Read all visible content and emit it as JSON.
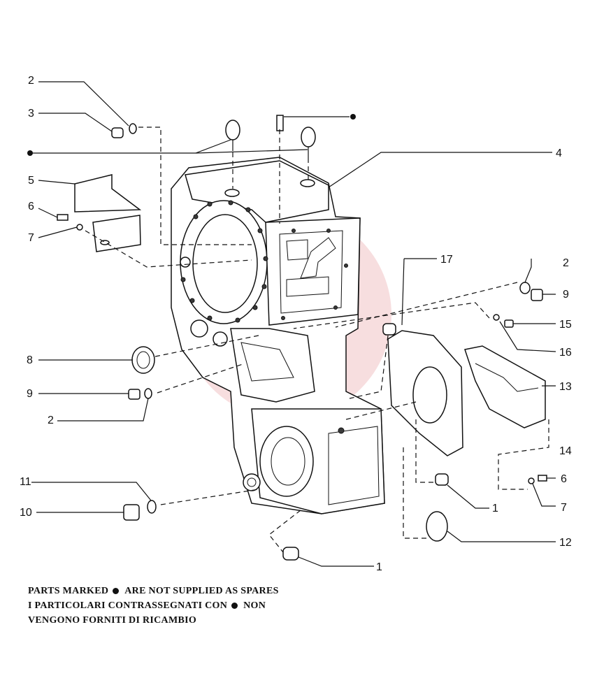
{
  "callouts": {
    "c1a": "1",
    "c1b": "1",
    "c2a": "2",
    "c2b": "2",
    "c2c": "2",
    "c3": "3",
    "c4": "4",
    "c5": "5",
    "c6a": "6",
    "c6b": "6",
    "c7a": "7",
    "c7b": "7",
    "c8": "8",
    "c9a": "9",
    "c9b": "9",
    "c10": "10",
    "c11": "11",
    "c12": "12",
    "c13": "13",
    "c14": "14",
    "c15": "15",
    "c16": "16",
    "c17": "17"
  },
  "legend": {
    "line1_a": "PARTS MARKED",
    "line1_b": "ARE NOT SUPPLIED AS SPARES",
    "line2_a": "I PARTICOLARI CONTRASSEGNATI CON",
    "line2_b": "NON",
    "line3": "VENGONO FORNITI DI RICAMBIO"
  },
  "colors": {
    "ink": "#111111",
    "watermark": "#e9a1a3"
  },
  "icons": {
    "marker": "filled-dot",
    "watermark": "gear-logo"
  }
}
